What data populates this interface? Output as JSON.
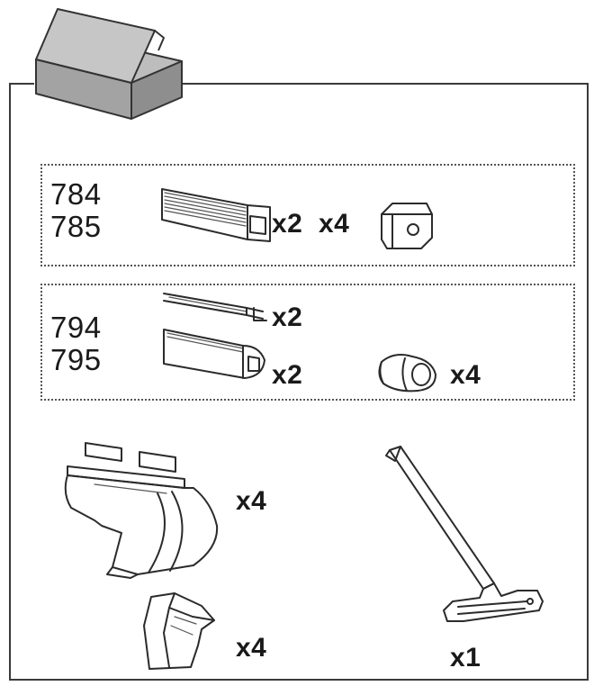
{
  "group_a": {
    "codes": [
      "784",
      "785"
    ],
    "bar_qty": "x2",
    "cap_qty": "x4"
  },
  "group_b": {
    "codes": [
      "794",
      "795"
    ],
    "strip_qty": "x2",
    "bar_qty": "x2",
    "cap_qty": "x4"
  },
  "foot_qty": "x4",
  "pad_qty": "x4",
  "tool_qty": "x1"
}
